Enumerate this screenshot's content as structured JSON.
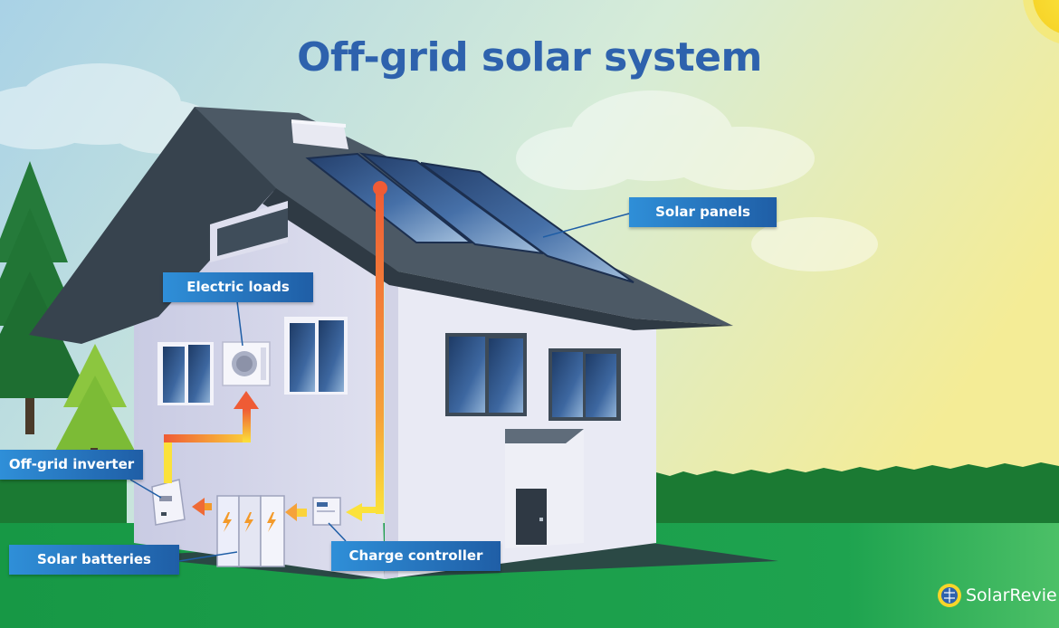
{
  "title": "Off-grid solar system",
  "labels": {
    "solar_panels": "Solar panels",
    "electric_loads": "Electric loads",
    "offgrid_inverter": "Off-grid inverter",
    "solar_batteries": "Solar batteries",
    "charge_controller": "Charge controller"
  },
  "brand": {
    "name": "SolarRevie"
  },
  "colors": {
    "title": "#2e62ad",
    "label_start": "#2f8fd8",
    "label_end": "#1f5ea6",
    "wire": "#ef6a35",
    "roof": "#3d4a55",
    "ground": "#1c9e4a"
  },
  "icons": [
    "sun",
    "lightning-bolt",
    "arrow-up",
    "arrow-left",
    "solar-review-logo"
  ]
}
